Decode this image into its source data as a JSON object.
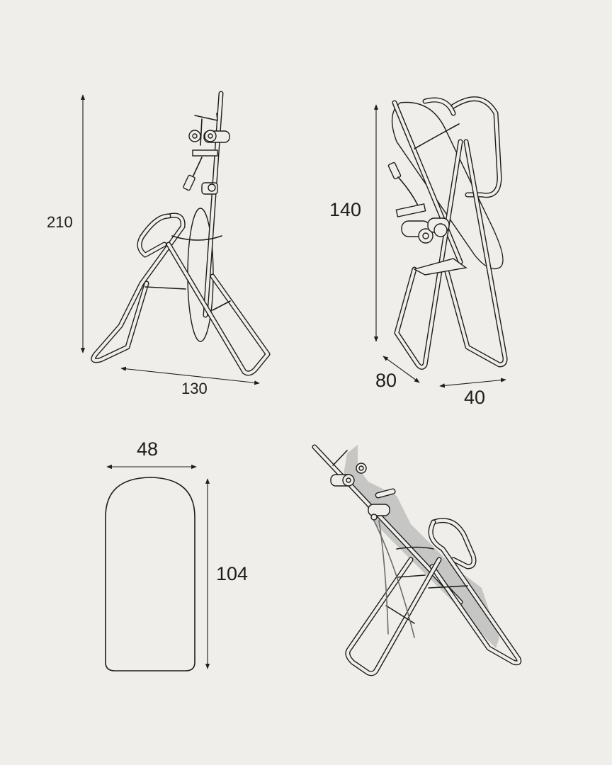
{
  "diagram": {
    "type": "product-dimensions",
    "subject": "inversion table",
    "unit": "cm",
    "colors": {
      "background": "#efeeea",
      "line": "#1d1d1b",
      "shadow": "#c6c6c4"
    },
    "views": [
      {
        "id": "side-view-open",
        "dimensions": {
          "height": "210",
          "depth": "130"
        }
      },
      {
        "id": "folded-view",
        "dimensions": {
          "height": "140",
          "depth": "80",
          "width": "40"
        }
      },
      {
        "id": "backrest-board",
        "dimensions": {
          "width": "48",
          "height": "104"
        }
      },
      {
        "id": "inverted-in-use-view",
        "dimensions": {}
      }
    ]
  }
}
